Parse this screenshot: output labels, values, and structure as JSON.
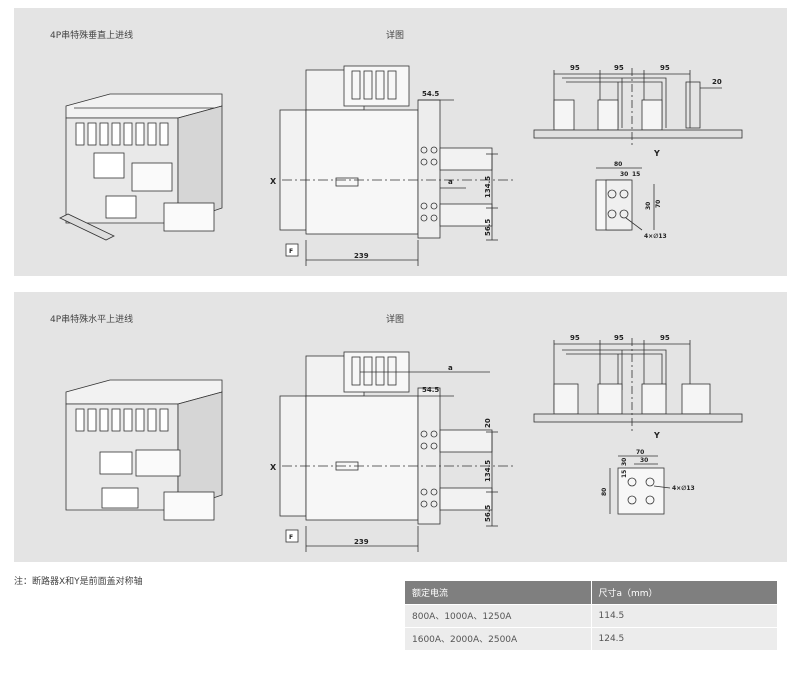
{
  "panels": [
    {
      "title": "4P串特殊垂直上进线",
      "detail_title": "详图",
      "side_view": {
        "x_label": "X",
        "f_label": "F",
        "dim_top": "54.5",
        "dim_a": "a",
        "dim_vertical": "134.5",
        "dim_lower": "56.5",
        "dim_width": "239"
      },
      "top_view": {
        "pitch_1": "95",
        "pitch_2": "95",
        "pitch_3": "95",
        "bar_width": "20",
        "y_label": "Y"
      },
      "detail": {
        "width": "80",
        "offset_30": "30",
        "offset_15": "15",
        "height_30": "30",
        "height_70": "70",
        "holes": "4×∅13"
      }
    },
    {
      "title": "4P串特殊水平上进线",
      "detail_title": "详图",
      "side_view": {
        "x_label": "X",
        "f_label": "F",
        "dim_top": "54.5",
        "dim_a": "a",
        "dim_20": "20",
        "dim_vertical": "134.5",
        "dim_lower": "56.5",
        "dim_width": "239"
      },
      "top_view": {
        "pitch_1": "95",
        "pitch_2": "95",
        "pitch_3": "95",
        "y_label": "Y"
      },
      "detail": {
        "width": "70",
        "offset_30": "30",
        "height_15": "15",
        "height_30": "30",
        "height_80": "80",
        "holes": "4×∅13"
      }
    }
  ],
  "note": "注：断路器X和Y是前面盖对称轴",
  "table": {
    "headers": [
      "额定电流",
      "尺寸a（mm）"
    ],
    "rows": [
      [
        "800A、1000A、1250A",
        "114.5"
      ],
      [
        "1600A、2000A、2500A",
        "124.5"
      ]
    ]
  }
}
